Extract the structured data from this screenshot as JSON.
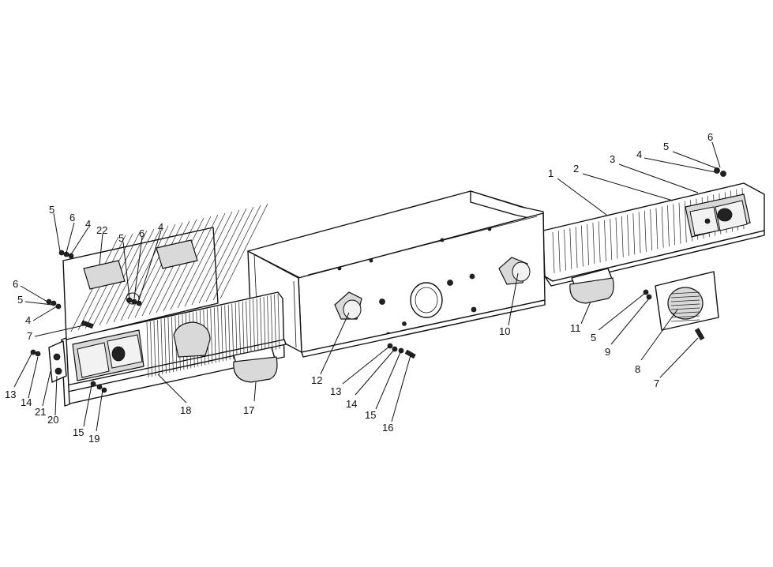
{
  "diagram": {
    "callouts": {
      "c1": "1",
      "c2": "2",
      "c3": "3",
      "c4a": "4",
      "c5a": "5",
      "c6a": "6",
      "c11": "11",
      "c5b": "5",
      "c9": "9",
      "c8": "8",
      "c7a": "7",
      "c10": "10",
      "c12": "12",
      "c13a": "13",
      "c14a": "14",
      "c15a": "15",
      "c16": "16",
      "c17": "17",
      "c18": "18",
      "c5c": "5",
      "c6b": "6",
      "c4b": "4",
      "c22": "22",
      "c5d": "5",
      "c6c": "6",
      "c4c": "4",
      "c6d": "6",
      "c5e": "5",
      "c4d": "4",
      "c7b": "7",
      "c13b": "13",
      "c14b": "14",
      "c21": "21",
      "c20": "20",
      "c15b": "15",
      "c19": "19"
    }
  }
}
